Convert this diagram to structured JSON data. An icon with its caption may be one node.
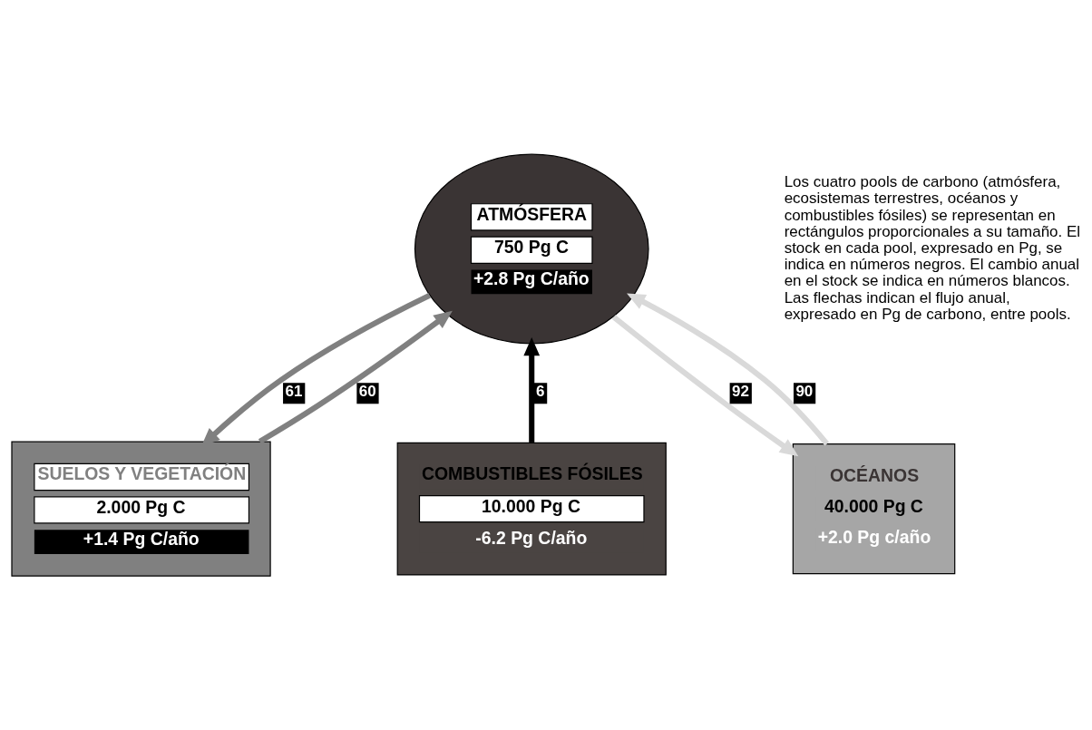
{
  "diagram": {
    "nodes": [
      {
        "text": [
          "ATMÓSFERA",
          "750 Pg C",
          "+2.8 Pg C/año"
        ]
      },
      {
        "text": [
          "SUELOS Y VEGETACIÓN",
          "2.000 Pg C",
          "+1.4 Pg C/año"
        ]
      },
      {
        "text": [
          "OCÉANOS",
          "40.000 Pg C",
          "+2.0 Pg c/año"
        ]
      },
      {
        "text": [
          "COMBUSTIBLES FÓSILES",
          "10.000 Pg C",
          "-6.2 Pg C/año"
        ]
      }
    ],
    "edges": [
      {
        "from": 0,
        "to": 1,
        "arrow": "to",
        "label": "61",
        "color": "#808080"
      },
      {
        "from": 1,
        "to": 0,
        "arrow": "to",
        "label": "60",
        "color": "#808080"
      },
      {
        "from": 0,
        "to": 2,
        "arrow": "to",
        "label": "92",
        "color": "#d9d9d9"
      },
      {
        "from": 2,
        "to": 0,
        "arrow": "to",
        "label": "90",
        "color": "#d9d9d9"
      },
      {
        "from": 3,
        "to": 0,
        "arrow": "to",
        "label": "6",
        "color": "#000000"
      }
    ],
    "labels": [
      "Los cuatro pools de carbono (atmósfera, ecosistemas terrestres, océanos y combustibles fósiles) se representan en rectángulos proporcionales a su tamaño. El stock en cada pool, expresado en Pg, se indica en números negros. El cambio anual en el stock se indica en números blancos. Las flechas indican el flujo anual, expresado en Pg de carbono, entre pools."
    ]
  }
}
